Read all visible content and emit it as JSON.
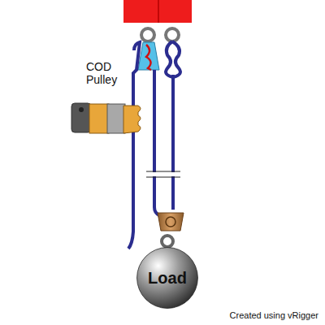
{
  "diagram": {
    "nodes": [
      {
        "text": [
          "Load"
        ]
      }
    ],
    "labels": [
      "COD Pulley",
      "Created using vRigger"
    ]
  }
}
